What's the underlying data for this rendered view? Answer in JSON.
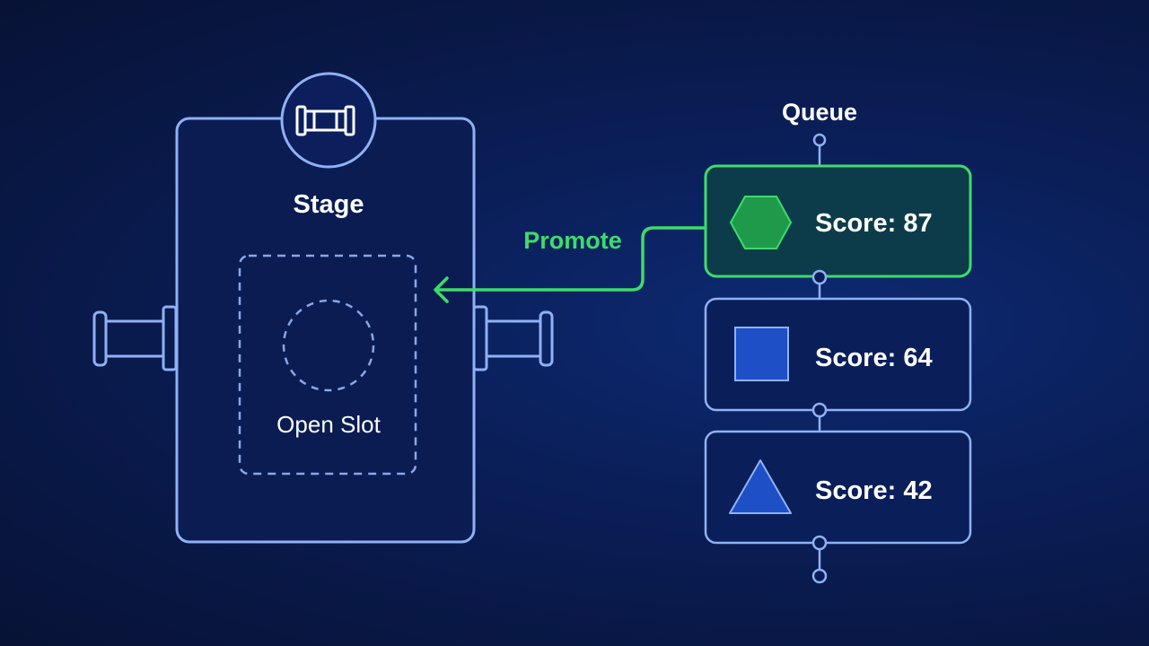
{
  "stage": {
    "title": "Stage",
    "slot_label": "Open Slot"
  },
  "queue": {
    "title": "Queue",
    "items": [
      {
        "label": "Score: 87",
        "shape": "hexagon-icon",
        "highlighted": true
      },
      {
        "label": "Score: 64",
        "shape": "square-icon",
        "highlighted": false
      },
      {
        "label": "Score: 42",
        "shape": "triangle-icon",
        "highlighted": false
      }
    ]
  },
  "promote": {
    "label": "Promote"
  },
  "colors": {
    "outline": "#8fb1f5",
    "dashed": "#8aa6e6",
    "green": "#3ddc6a",
    "green_fill": "#0c3c4a",
    "hex_fill": "#1f9a4a",
    "blue_fill": "#1f4fc7",
    "text": "#ffffff"
  }
}
